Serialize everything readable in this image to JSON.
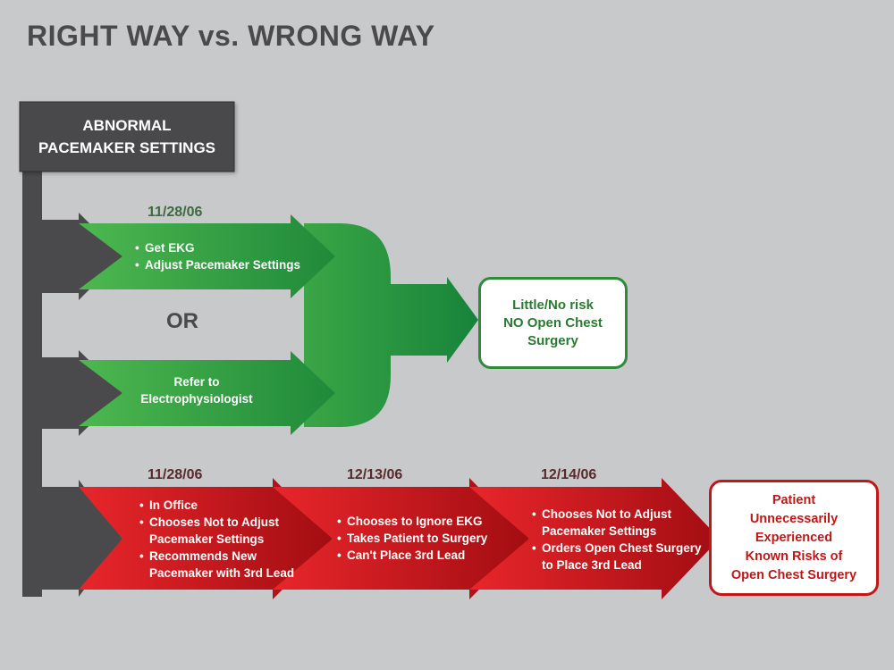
{
  "title": "RIGHT WAY vs. WRONG WAY",
  "header_box": {
    "text": "ABNORMAL\nPACEMAKER SETTINGS"
  },
  "right_way": {
    "date": "11/28/06",
    "option_a": [
      "Get EKG",
      "Adjust Pacemaker Settings"
    ],
    "or_label": "OR",
    "option_b": "Refer to\nElectrophysiologist",
    "outcome": "Little/No risk\nNO Open Chest\nSurgery"
  },
  "wrong_way": {
    "steps": [
      {
        "date": "11/28/06",
        "items": [
          "In Office",
          "Chooses Not to Adjust",
          "Pacemaker Settings",
          "Recommends New",
          "Pacemaker with 3rd Lead"
        ]
      },
      {
        "date": "12/13/06",
        "items": [
          "Chooses to Ignore EKG",
          "Takes Patient to Surgery",
          "Can't Place 3rd Lead"
        ]
      },
      {
        "date": "12/14/06",
        "items": [
          "Chooses Not to Adjust",
          "Pacemaker Settings",
          "Orders Open Chest Surgery",
          "to Place 3rd Lead"
        ]
      }
    ],
    "outcome": "Patient\nUnnecessarily\nExperienced\nKnown Risks of\nOpen Chest Surgery"
  },
  "colors": {
    "background": "#c8c9cb",
    "dark_gray": "#4a4a4c",
    "green_light": "#45b24a",
    "green_dark": "#1f8a3a",
    "red_light": "#e31e24",
    "red_dark": "#a50f14"
  }
}
